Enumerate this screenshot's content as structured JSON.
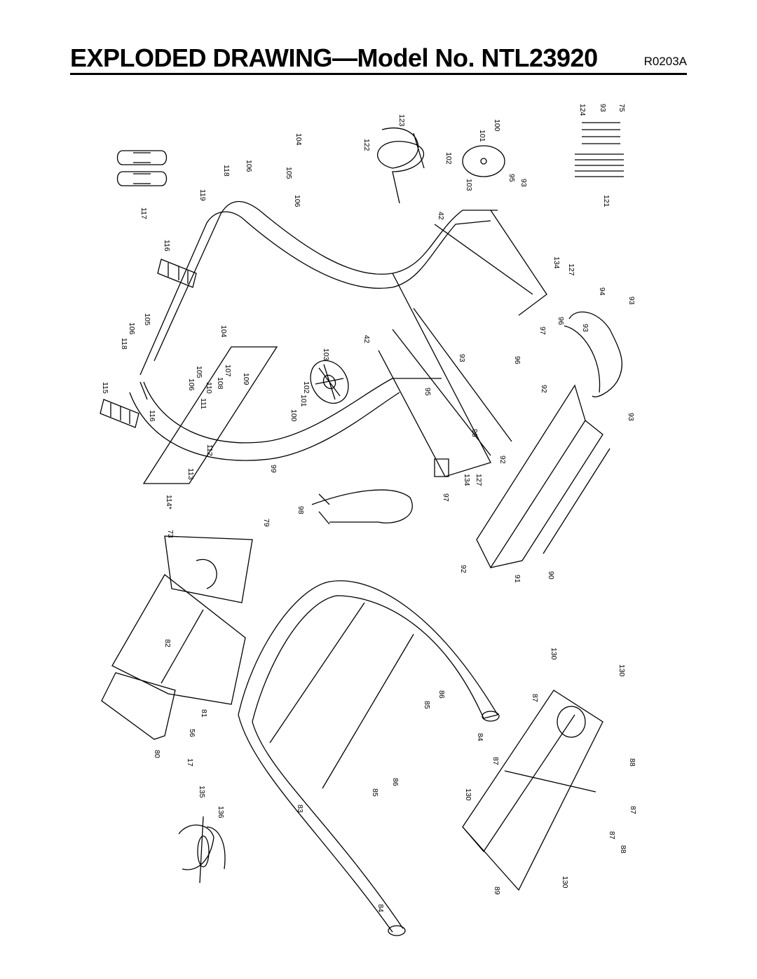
{
  "header": {
    "title": "EXPLODED DRAWING—Model No. NTL23920",
    "drawing_code": "R0203A"
  },
  "part_labels": [
    {
      "id": "p124",
      "text": "124"
    },
    {
      "id": "p93a",
      "text": "93"
    },
    {
      "id": "p75",
      "text": "75"
    },
    {
      "id": "p123",
      "text": "123"
    },
    {
      "id": "p100a",
      "text": "100"
    },
    {
      "id": "p101a",
      "text": "101"
    },
    {
      "id": "p104a",
      "text": "104"
    },
    {
      "id": "p122",
      "text": "122"
    },
    {
      "id": "p102a",
      "text": "102"
    },
    {
      "id": "p106a",
      "text": "106"
    },
    {
      "id": "p105a",
      "text": "105"
    },
    {
      "id": "p118a",
      "text": "118"
    },
    {
      "id": "p106b",
      "text": "106"
    },
    {
      "id": "p103a",
      "text": "103"
    },
    {
      "id": "p95a",
      "text": "95"
    },
    {
      "id": "p93b",
      "text": "93"
    },
    {
      "id": "p121",
      "text": "121"
    },
    {
      "id": "p119",
      "text": "119"
    },
    {
      "id": "p117",
      "text": "117"
    },
    {
      "id": "p42a",
      "text": "42"
    },
    {
      "id": "p116a",
      "text": "116"
    },
    {
      "id": "p134a",
      "text": "134"
    },
    {
      "id": "p127a",
      "text": "127"
    },
    {
      "id": "p94",
      "text": "94"
    },
    {
      "id": "p93c",
      "text": "93"
    },
    {
      "id": "p106c",
      "text": "106"
    },
    {
      "id": "p105b",
      "text": "105"
    },
    {
      "id": "p104b",
      "text": "104"
    },
    {
      "id": "p118b",
      "text": "118"
    },
    {
      "id": "p97a",
      "text": "97"
    },
    {
      "id": "p96a",
      "text": "96"
    },
    {
      "id": "p93d",
      "text": "93"
    },
    {
      "id": "p42b",
      "text": "42"
    },
    {
      "id": "p103b",
      "text": "103"
    },
    {
      "id": "p93e",
      "text": "93"
    },
    {
      "id": "p107",
      "text": "107"
    },
    {
      "id": "p105c",
      "text": "105"
    },
    {
      "id": "p108",
      "text": "108"
    },
    {
      "id": "p109",
      "text": "109"
    },
    {
      "id": "p115",
      "text": "115"
    },
    {
      "id": "p106d",
      "text": "106"
    },
    {
      "id": "p110",
      "text": "110"
    },
    {
      "id": "p102b",
      "text": "102"
    },
    {
      "id": "p96b",
      "text": "96"
    },
    {
      "id": "p111",
      "text": "111"
    },
    {
      "id": "p101b",
      "text": "101"
    },
    {
      "id": "p95b",
      "text": "95"
    },
    {
      "id": "p92a",
      "text": "92"
    },
    {
      "id": "p100b",
      "text": "100"
    },
    {
      "id": "p116b",
      "text": "116"
    },
    {
      "id": "p93f",
      "text": "93"
    },
    {
      "id": "p112",
      "text": "112"
    },
    {
      "id": "p96c",
      "text": "96"
    },
    {
      "id": "p92b",
      "text": "92"
    },
    {
      "id": "p113",
      "text": "113"
    },
    {
      "id": "p99",
      "text": "99"
    },
    {
      "id": "p134b",
      "text": "134"
    },
    {
      "id": "p127b",
      "text": "127"
    },
    {
      "id": "p97b",
      "text": "97"
    },
    {
      "id": "p114",
      "text": "114*"
    },
    {
      "id": "p98",
      "text": "98"
    },
    {
      "id": "p79",
      "text": "79"
    },
    {
      "id": "p73",
      "text": "73"
    },
    {
      "id": "p92c",
      "text": "92"
    },
    {
      "id": "p91",
      "text": "91"
    },
    {
      "id": "p90",
      "text": "90"
    },
    {
      "id": "p82",
      "text": "82"
    },
    {
      "id": "p130a",
      "text": "130"
    },
    {
      "id": "p130b",
      "text": "130"
    },
    {
      "id": "p86a",
      "text": "86"
    },
    {
      "id": "p85a",
      "text": "85"
    },
    {
      "id": "p87a",
      "text": "87"
    },
    {
      "id": "p81",
      "text": "81"
    },
    {
      "id": "p56",
      "text": "56"
    },
    {
      "id": "p84a",
      "text": "84"
    },
    {
      "id": "p80",
      "text": "80"
    },
    {
      "id": "p17",
      "text": "17"
    },
    {
      "id": "p87b",
      "text": "87"
    },
    {
      "id": "p88a",
      "text": "88"
    },
    {
      "id": "p86b",
      "text": "86"
    },
    {
      "id": "p85b",
      "text": "85"
    },
    {
      "id": "p130c",
      "text": "130"
    },
    {
      "id": "p135",
      "text": "135"
    },
    {
      "id": "p136",
      "text": "136"
    },
    {
      "id": "p87c",
      "text": "87"
    },
    {
      "id": "p83",
      "text": "83"
    },
    {
      "id": "p87d",
      "text": "87"
    },
    {
      "id": "p88b",
      "text": "88"
    },
    {
      "id": "p130d",
      "text": "130"
    },
    {
      "id": "p89",
      "text": "89"
    },
    {
      "id": "p84b",
      "text": "84"
    }
  ]
}
